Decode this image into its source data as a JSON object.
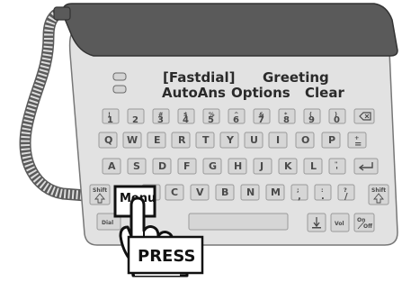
{
  "display": {
    "line1_left": "[Fastdial]",
    "line1_right": "Greeting",
    "line2_left": "AutoAns",
    "line2_mid": "Options",
    "line2_right": "Clear"
  },
  "number_row": [
    {
      "top": "!",
      "bottom": "1"
    },
    {
      "top": "",
      "bottom": "2"
    },
    {
      "top": "#",
      "bottom": "3"
    },
    {
      "top": "$",
      "bottom": "4"
    },
    {
      "top": "%",
      "bottom": "5"
    },
    {
      "top": "^",
      "bottom": "6"
    },
    {
      "top": "&",
      "bottom": "7"
    },
    {
      "top": "*",
      "bottom": "8"
    },
    {
      "top": "(",
      "bottom": "9"
    },
    {
      "top": ")",
      "bottom": "0"
    }
  ],
  "row_q": [
    "Q",
    "W",
    "E",
    "R",
    "T",
    "Y",
    "U",
    "I",
    "O",
    "P"
  ],
  "row_q_end": {
    "top": "+",
    "bottom": "="
  },
  "row_a": [
    "A",
    "S",
    "D",
    "F",
    "G",
    "H",
    "J",
    "K",
    "L"
  ],
  "row_a_end": {
    "top": "\"",
    "bottom": "'"
  },
  "row_z": [
    "C",
    "V",
    "B",
    "N",
    "M"
  ],
  "row_z_punct": [
    {
      "top": ";",
      "bottom": ","
    },
    {
      "top": ":",
      "bottom": "."
    },
    {
      "top": "?",
      "bottom": "/"
    }
  ],
  "keys": {
    "shift": "Shift",
    "menu": "Menu",
    "dial": "Dial",
    "vol": "Vol",
    "on": "On",
    "off": "Off"
  },
  "callout": {
    "press": "PRESS"
  },
  "colors": {
    "body": "#e2e2e2",
    "top_band": "#5a5a5a",
    "key_face": "#d6d6d6",
    "highlight_key": "#ffffff"
  },
  "icons": [
    "backspace-icon",
    "enter-icon",
    "shift-up-arrow-icon",
    "volume-down-arrow-icon",
    "pointing-hand-icon",
    "coiled-cord",
    "handset"
  ]
}
